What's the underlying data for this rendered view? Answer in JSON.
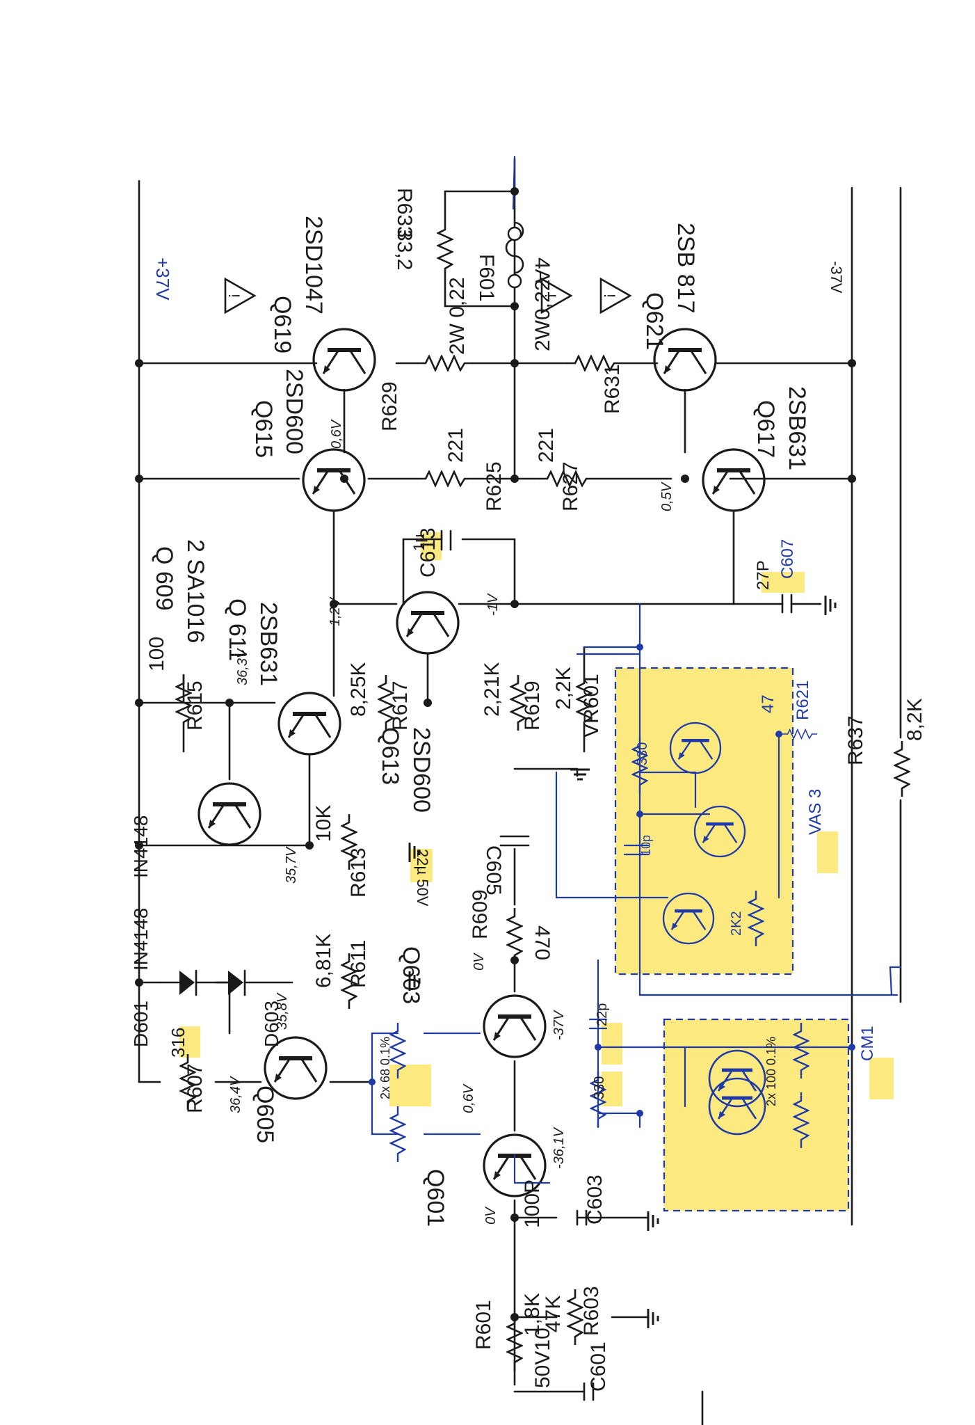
{
  "rails": {
    "positive": "+37V",
    "negative": "-37V"
  },
  "transistors": {
    "q619": {
      "ref": "Q619",
      "part": "2SD1047"
    },
    "q621": {
      "ref": "Q621",
      "part": "2SB 817"
    },
    "q615": {
      "ref": "Q615",
      "part": "2SD600"
    },
    "q617": {
      "ref": "Q617",
      "part": "2SB631"
    },
    "q609": {
      "ref": "Q 609",
      "part": "2 SA1016"
    },
    "q611": {
      "ref": "Q 611",
      "part": "2SB631"
    },
    "q613": {
      "ref": "Q613",
      "part": "2SD600"
    },
    "q603": {
      "ref": "Q603"
    },
    "q605": {
      "ref": "Q605"
    },
    "q601": {
      "ref": "Q601"
    }
  },
  "resistors": {
    "r633": {
      "ref": "R633",
      "value": "33,2"
    },
    "r629": {
      "ref": "R629",
      "value": "2W 0,22"
    },
    "r631": {
      "ref": "R631",
      "value": "2W0,22"
    },
    "r625": {
      "ref": "R625",
      "value": "221"
    },
    "r627": {
      "ref": "R627",
      "value": "221"
    },
    "r615": {
      "ref": "R615",
      "value": "100"
    },
    "r617": {
      "ref": "R617",
      "value": "8,25K"
    },
    "r619": {
      "ref": "R619",
      "value": "2,21K"
    },
    "vr601": {
      "ref": "VR601",
      "value": "2,2K"
    },
    "r613": {
      "ref": "R613",
      "value": "10K"
    },
    "r611": {
      "ref": "R611",
      "value": "6,81K"
    },
    "r609": {
      "ref": "R609",
      "value": "470"
    },
    "r607": {
      "ref": "R607",
      "value": "316"
    },
    "r637": {
      "ref": "R637",
      "value": "8,2K"
    },
    "r603": {
      "ref": "R603",
      "value": "47K"
    },
    "r601": {
      "ref": "R601",
      "value": "1,8K"
    },
    "r621": {
      "ref": "R621",
      "value": "47"
    }
  },
  "fuse": {
    "ref": "F601",
    "value": "4A"
  },
  "diodes": {
    "d601": {
      "ref": "D601",
      "part": "IN4148"
    },
    "d603": {
      "ref": "D603",
      "part": "IN4148"
    }
  },
  "capacitors": {
    "c613": {
      "ref": "C613",
      "value": "1µ"
    },
    "c607": {
      "ref": "C607",
      "value": "27P"
    },
    "c605": {
      "ref": "C605",
      "value": "22µ 50V"
    },
    "c603": {
      "ref": "C603",
      "value": "100P"
    },
    "c601": {
      "ref": "C601",
      "value": "50V10"
    },
    "c_add1": {
      "value": "22p"
    },
    "c_add2": {
      "value": "10p"
    }
  },
  "voltages": {
    "q615_e": "0,6V",
    "q617_e": "0,5V",
    "q613_e": "-1V",
    "q611_e": "1,2V",
    "q609_b": "36,3V",
    "q609_e": "35,7V",
    "q605_e": "35,8V",
    "q605_b": "36,4V",
    "q603_b": "0V",
    "q603_e": "-37V",
    "q601_c": "0,6V",
    "q601_e": "-36,1V",
    "q601_b": "0V"
  },
  "mods": {
    "vas": {
      "label": "VAS 3",
      "r330": "330",
      "r2k2": "2K2",
      "cap": "10p"
    },
    "cm": {
      "label": "CM1",
      "res": "2x\n100\n0.1%"
    },
    "ltp_res": "2x\n68\n0.1%",
    "r330b": "330"
  }
}
